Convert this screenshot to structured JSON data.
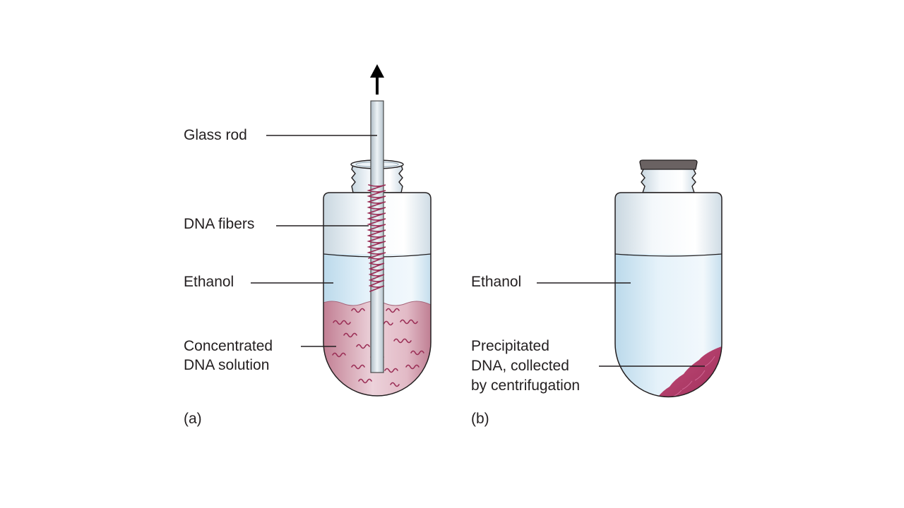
{
  "panel_a": {
    "labels": {
      "glass_rod": "Glass rod",
      "dna_fibers": "DNA fibers",
      "ethanol": "Ethanol",
      "concentrated_line1": "Concentrated",
      "concentrated_line2": "DNA solution"
    },
    "panel_label": "(a)"
  },
  "panel_b": {
    "labels": {
      "ethanol": "Ethanol",
      "precipitated_line1": "Precipitated",
      "precipitated_line2": "DNA, collected",
      "precipitated_line3": "by centrifugation"
    },
    "panel_label": "(b)"
  },
  "colors": {
    "ethanol": "#d6ebf5",
    "dna_solution": "#c98a9c",
    "dna_strand": "#9a2d55",
    "pellet": "#b53d6c",
    "cap": "#6a6262",
    "outline": "#231f20"
  }
}
